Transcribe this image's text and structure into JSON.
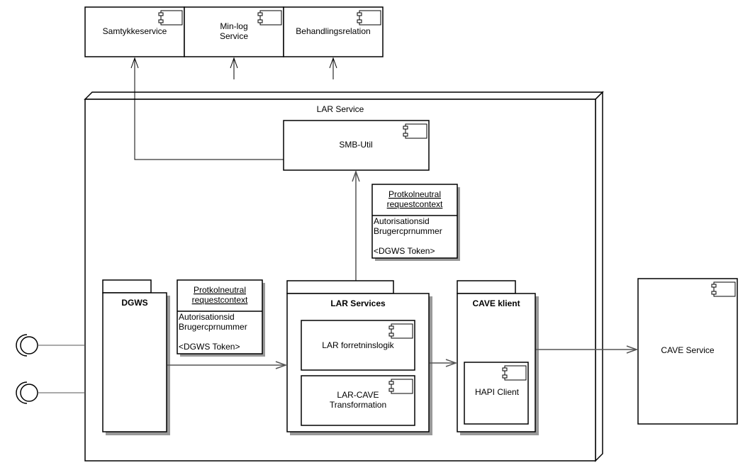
{
  "diagram": {
    "top_services": [
      {
        "label_lines": [
          "Samtykkeservice"
        ]
      },
      {
        "label_lines": [
          "Min-log",
          "Service"
        ]
      },
      {
        "label_lines": [
          "Behandlingsrelation"
        ]
      }
    ],
    "node": {
      "label": "LAR Service"
    },
    "smb_util": {
      "label": "SMB-Util"
    },
    "context_upper": {
      "title_lines": [
        "Protkolneutral",
        "requestcontext"
      ],
      "attributes": [
        "Autorisationsid",
        "Brugercprnummer",
        "",
        "<DGWS Token>"
      ]
    },
    "context_lower": {
      "title_lines": [
        "Protkolneutral",
        "requestcontext"
      ],
      "attributes": [
        "Autorisationsid",
        "Brugercprnummer",
        "",
        "<DGWS Token>"
      ]
    },
    "packages": {
      "dgws": {
        "label": "DGWS"
      },
      "lar_services": {
        "label": "LAR Services",
        "components": [
          {
            "label_lines": [
              "LAR forretninslogik"
            ]
          },
          {
            "label_lines": [
              "LAR-CAVE",
              "Transformation"
            ]
          }
        ]
      },
      "cave_klient": {
        "label": "CAVE klient",
        "components": [
          {
            "label_lines": [
              "HAPI Client"
            ]
          }
        ]
      }
    },
    "cave_service": {
      "label": "CAVE Service"
    }
  }
}
